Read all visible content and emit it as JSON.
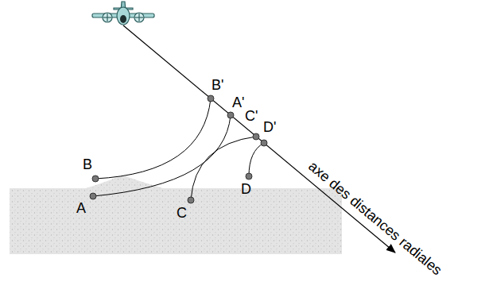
{
  "diagram": {
    "labels": [
      "B'",
      "A'",
      "C'",
      "D'",
      "B",
      "A",
      "C",
      "D",
      "axe des distances radiales"
    ]
  }
}
